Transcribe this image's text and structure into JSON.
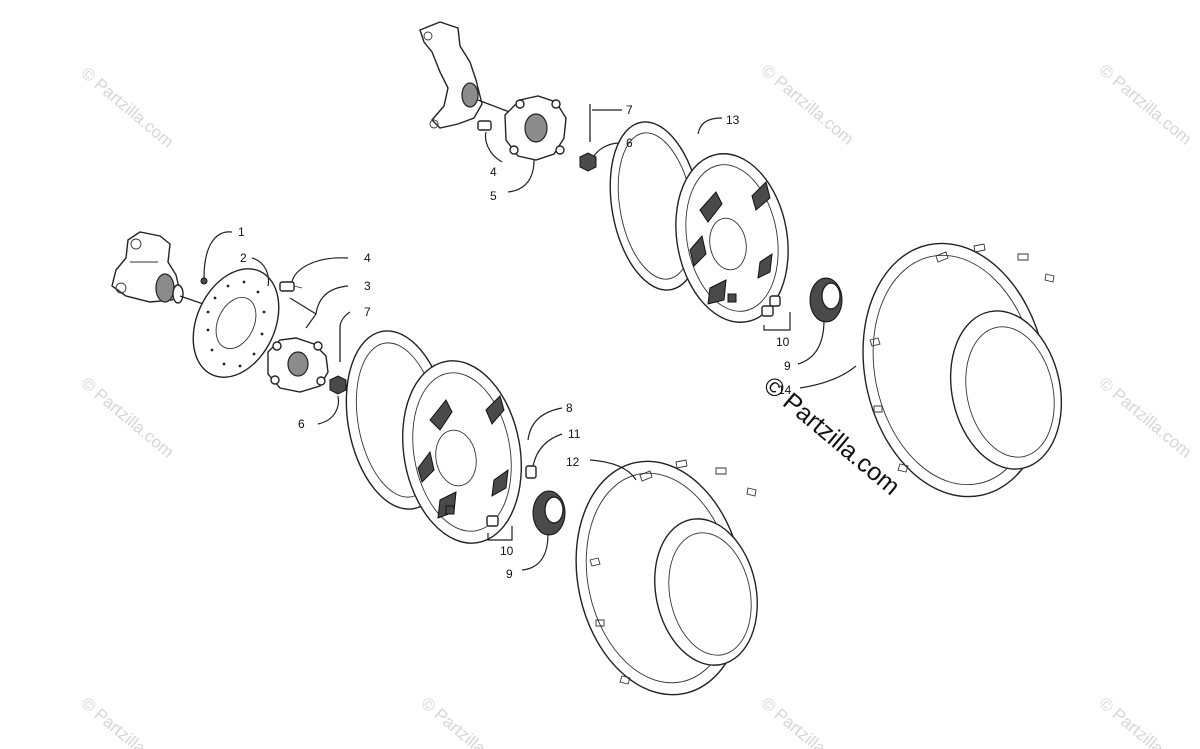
{
  "watermark": {
    "text": "© Partzilla.com"
  },
  "watermark_center": {
    "text": "© Partzilla.com"
  },
  "callouts": [
    {
      "label": "1"
    },
    {
      "label": "2"
    },
    {
      "label": "3"
    },
    {
      "label": "4"
    },
    {
      "label": "7"
    },
    {
      "label": "6"
    },
    {
      "label": "7"
    },
    {
      "label": "6"
    },
    {
      "label": "4"
    },
    {
      "label": "5"
    },
    {
      "label": "13"
    },
    {
      "label": "8"
    },
    {
      "label": "11"
    },
    {
      "label": "12"
    },
    {
      "label": "10"
    },
    {
      "label": "9"
    },
    {
      "label": "10"
    },
    {
      "label": "9"
    },
    {
      "label": "14"
    }
  ]
}
